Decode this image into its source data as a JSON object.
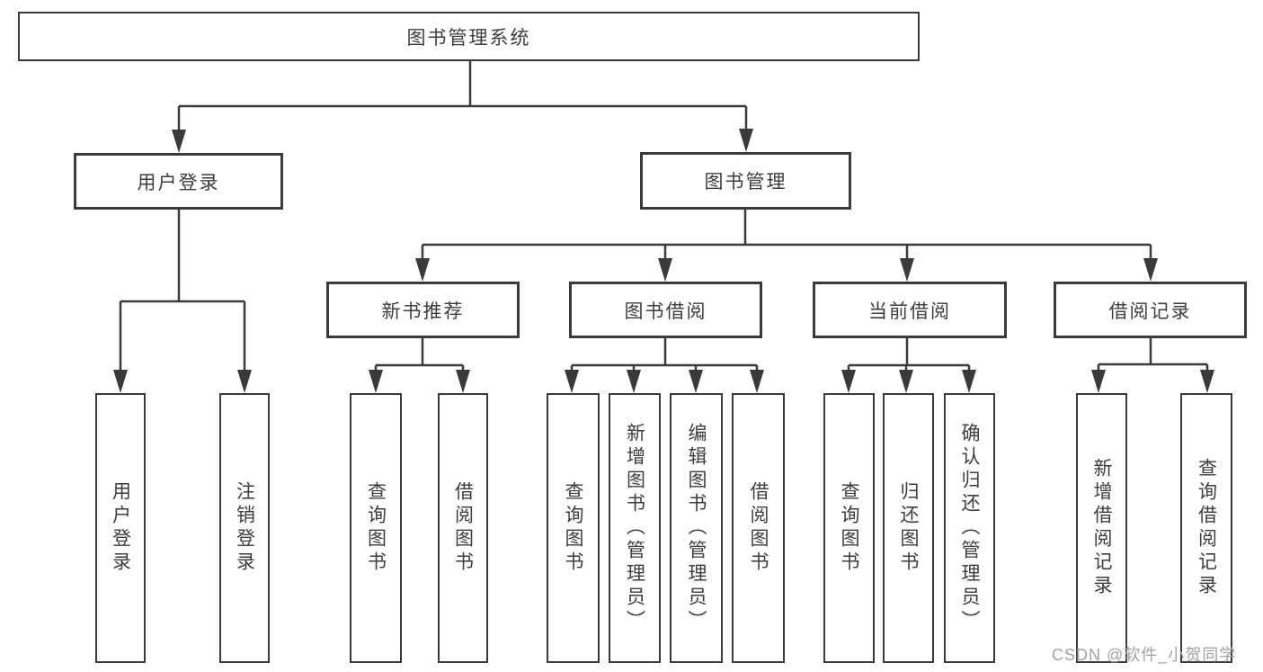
{
  "diagram": {
    "root": {
      "label": "图书管理系统"
    },
    "level2": [
      {
        "label": "用户登录"
      },
      {
        "label": "图书管理"
      }
    ],
    "level3": [
      {
        "label": "新书推荐"
      },
      {
        "label": "图书借阅"
      },
      {
        "label": "当前借阅"
      },
      {
        "label": "借阅记录"
      }
    ],
    "leaves": {
      "user_login": [
        {
          "label": "用户登录"
        },
        {
          "label": "注销登录"
        }
      ],
      "new_books": [
        {
          "label": "查询图书"
        },
        {
          "label": "借阅图书"
        }
      ],
      "borrow": [
        {
          "label": "查询图书"
        },
        {
          "label": "新增图书（管理员）"
        },
        {
          "label": "编辑图书（管理员）"
        },
        {
          "label": "借阅图书"
        }
      ],
      "current": [
        {
          "label": "查询图书"
        },
        {
          "label": "归还图书"
        },
        {
          "label": "确认归还（管理员）"
        }
      ],
      "records": [
        {
          "label": "新增借阅记录"
        },
        {
          "label": "查询借阅记录"
        }
      ]
    },
    "watermark": "CSDN @软件_小贺同学",
    "colors": {
      "line": "#3a3a3a",
      "text": "#3d3d3d",
      "box_background": "#ffffff",
      "watermark": "#a2a2a2"
    }
  }
}
